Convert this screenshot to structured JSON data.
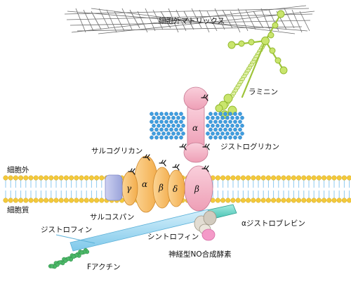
{
  "labels": {
    "ecm": "細胞外マトリックス",
    "laminin": "ラミニン",
    "dystroglycan": "ジストログリカン",
    "sarcoglycan": "サルコグリカン",
    "extracellular": "細胞外",
    "intracellular": "細胞質",
    "sarcospan": "サルコスパン",
    "dystrophin": "ジストロフィン",
    "alpha_dystrobrevin": "αジストロブレビン",
    "syntrophin": "シントロフィン",
    "nnos": "神経型NO合成酵素",
    "f_actin": "Fアクチン"
  },
  "subunits": {
    "dg_alpha": "α",
    "dg_beta": "β",
    "sg_gamma": "γ",
    "sg_alpha": "α",
    "sg_beta": "β",
    "sg_delta": "δ"
  },
  "colors": {
    "membrane": "#f3c93a",
    "membrane_tail": "#8fcaf0",
    "dystroglycan": "#f4b4c6",
    "sarcoglycan": "#f7c170",
    "sarcospan": "#b2b9e6",
    "laminin": "#c9e56d",
    "alpha_dystrobrevin": "#63d1c2",
    "dystrophin": "#9fd8f2",
    "syntrophin": "#d8d2c6",
    "nnos": "#f49ac8",
    "f_actin": "#4cb868",
    "dg_lattice": "#3f9ee0",
    "ecm_lines": "#666666"
  },
  "icons": {
    "glycan": "glycan-branch-icon"
  }
}
